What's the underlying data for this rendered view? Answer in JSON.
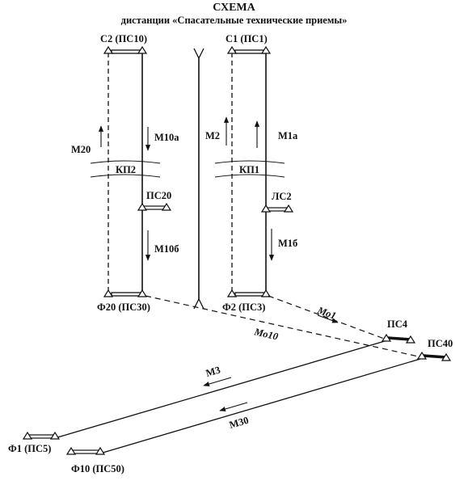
{
  "title": "СХЕМА",
  "subtitle": "дистанции «Спасательные технические приемы»",
  "labels": {
    "c2": "С2 (ПС10)",
    "c1": "С1 (ПС1)",
    "m20": "М20",
    "m10a": "М10а",
    "m2": "М2",
    "m1a": "М1а",
    "kp2": "КП2",
    "kp1": "КП1",
    "ps20": "ПС20",
    "ps2": "ЛС2",
    "m10b": "М10б",
    "m1b": "М1б",
    "f20": "Ф20 (ПС30)",
    "f2": "Ф2 (ПС3)",
    "mo1": "Мо1",
    "mo10": "Мо10",
    "ps4": "ПС4",
    "ps40": "ПС40",
    "m3": "М3",
    "m30": "М30",
    "f1": "Ф1 (ПС5)",
    "f10": "Ф10 (ПС50)"
  },
  "colors": {
    "ink": "#111111",
    "background": "#ffffff"
  }
}
